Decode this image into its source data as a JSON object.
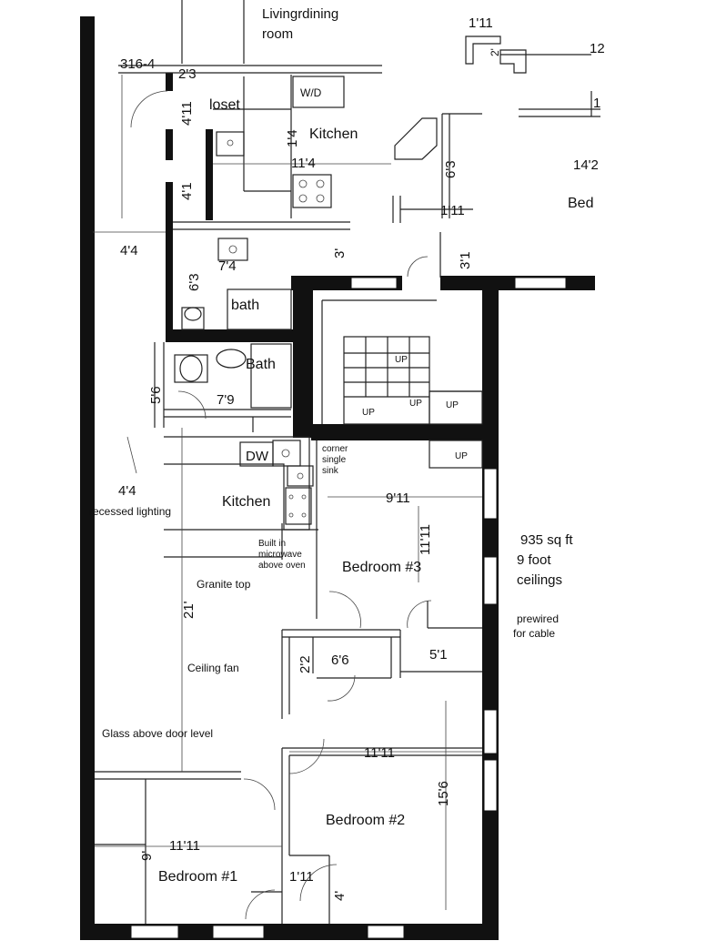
{
  "top_labels": {
    "living_dining_partial": "Livingrdining",
    "living_room": "room",
    "dim_316_4": "316-4",
    "dim_2_3": "2'3",
    "closet_partial": "loset",
    "dim_4_11": "4'11",
    "wd": "W/D",
    "kitchen_upper": "Kitchen",
    "dim_11_4": "11'4",
    "dim_1_4": "1'4",
    "dim_4_1": "4'1",
    "dim_6_3_upper": "6'3",
    "dim_14_2_partial": "14'2",
    "bed_partial": "Bed",
    "dim_1_11_top": "1'11",
    "dim_2_top": "2'",
    "dim_1_11_mid": "1'11",
    "dim_3_1": "3'1",
    "dim_1_2_partial": "12",
    "dim_1_partial": "1"
  },
  "mid_labels": {
    "dim_4_4_upper": "4'4",
    "dim_7_4": "7'4",
    "dim_3": "3'",
    "dim_6_3_bath": "6'3",
    "bath_small": "bath",
    "bath_large": "Bath",
    "dim_5_6": "5'6",
    "dim_7_9": "7'9",
    "stairs_up_1": "UP",
    "stairs_up_2": "UP",
    "stairs_up_3": "UP",
    "stairs_up_4": "UP",
    "stairs_up_5": "UP"
  },
  "lower_labels": {
    "dw": "DW",
    "corner_sink": [
      "corner",
      "single",
      "sink"
    ],
    "dim_4_4_lower": "4'4",
    "recessed_lighting": "recessed lighting",
    "kitchen_lower": "Kitchen",
    "dim_9_11": "9'11",
    "dim_11_11_vertical": "11'11",
    "microwave": [
      "Built in",
      "microwave",
      "above oven"
    ],
    "granite": "Granite top",
    "bedroom3": "Bedroom #3",
    "dim_21": "21'",
    "dim_2_2": "2'2",
    "dim_6_6": "6'6",
    "dim_5_1": "5'1",
    "ceiling_fan": "Ceiling fan",
    "glass": "Glass above door level",
    "dim_11_11": "11'11",
    "bedroom2": "Bedroom #2",
    "dim_15_6": "15'6",
    "dim_9": "9'",
    "dim_11_11_b1": "11'11",
    "bedroom1": "Bedroom #1",
    "dim_1_11_low": "1'11",
    "dim_4": "4'"
  },
  "side_notes": {
    "sqft": "935 sq ft",
    "ceilings": [
      "9 foot",
      "ceilings"
    ],
    "cable": [
      "prewired",
      "for cable"
    ]
  }
}
